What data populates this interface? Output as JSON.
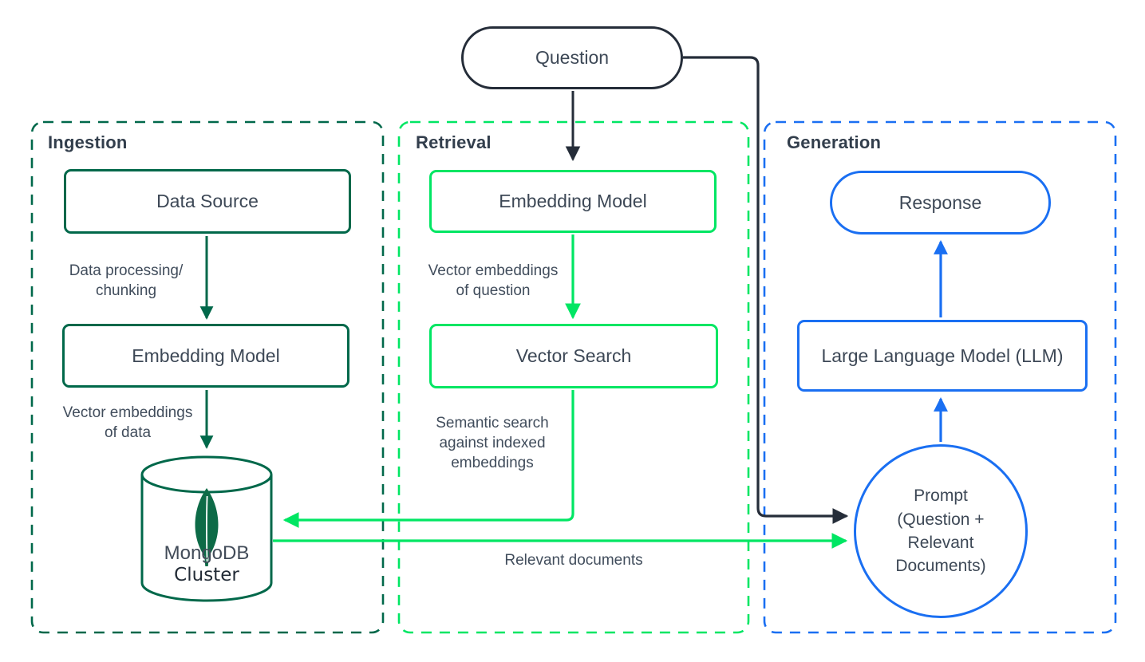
{
  "diagram_title": "RAG architecture with MongoDB (Ingestion / Retrieval / Generation)",
  "colors": {
    "dark_green": "#00684A",
    "bright_green": "#00E663",
    "blue": "#1a6ff2",
    "black_line": "#252D39",
    "text": "#3d4856"
  },
  "icons": {
    "mongodb_leaf_icon": "mongodb-leaf"
  },
  "sections": {
    "ingestion": {
      "title": "Ingestion"
    },
    "retrieval": {
      "title": "Retrieval"
    },
    "generation": {
      "title": "Generation"
    }
  },
  "nodes": {
    "question": {
      "label": "Question",
      "shape": "pill"
    },
    "data_source": {
      "label": "Data Source",
      "shape": "rectangle"
    },
    "embedding_model_ingestion": {
      "label": "Embedding Model",
      "shape": "rectangle"
    },
    "mongodb_cluster": {
      "line1": "MongoDB",
      "line2": "Cluster",
      "shape": "cylinder"
    },
    "embedding_model_retrieval": {
      "label": "Embedding Model",
      "shape": "rectangle"
    },
    "vector_search": {
      "label": "Vector Search",
      "shape": "rectangle"
    },
    "response": {
      "label": "Response",
      "shape": "pill"
    },
    "llm": {
      "label": "Large Language Model (LLM)",
      "shape": "rectangle"
    },
    "prompt": {
      "label": "Prompt\n(Question +\nRelevant\nDocuments)",
      "shape": "circle"
    }
  },
  "edge_labels": {
    "data_processing": "Data processing/\nchunking",
    "vector_embeddings_data": "Vector embeddings\nof data",
    "vector_embeddings_question": "Vector embeddings\nof question",
    "semantic_search": "Semantic search\nagainst indexed\nembeddings",
    "relevant_documents": "Relevant documents"
  }
}
